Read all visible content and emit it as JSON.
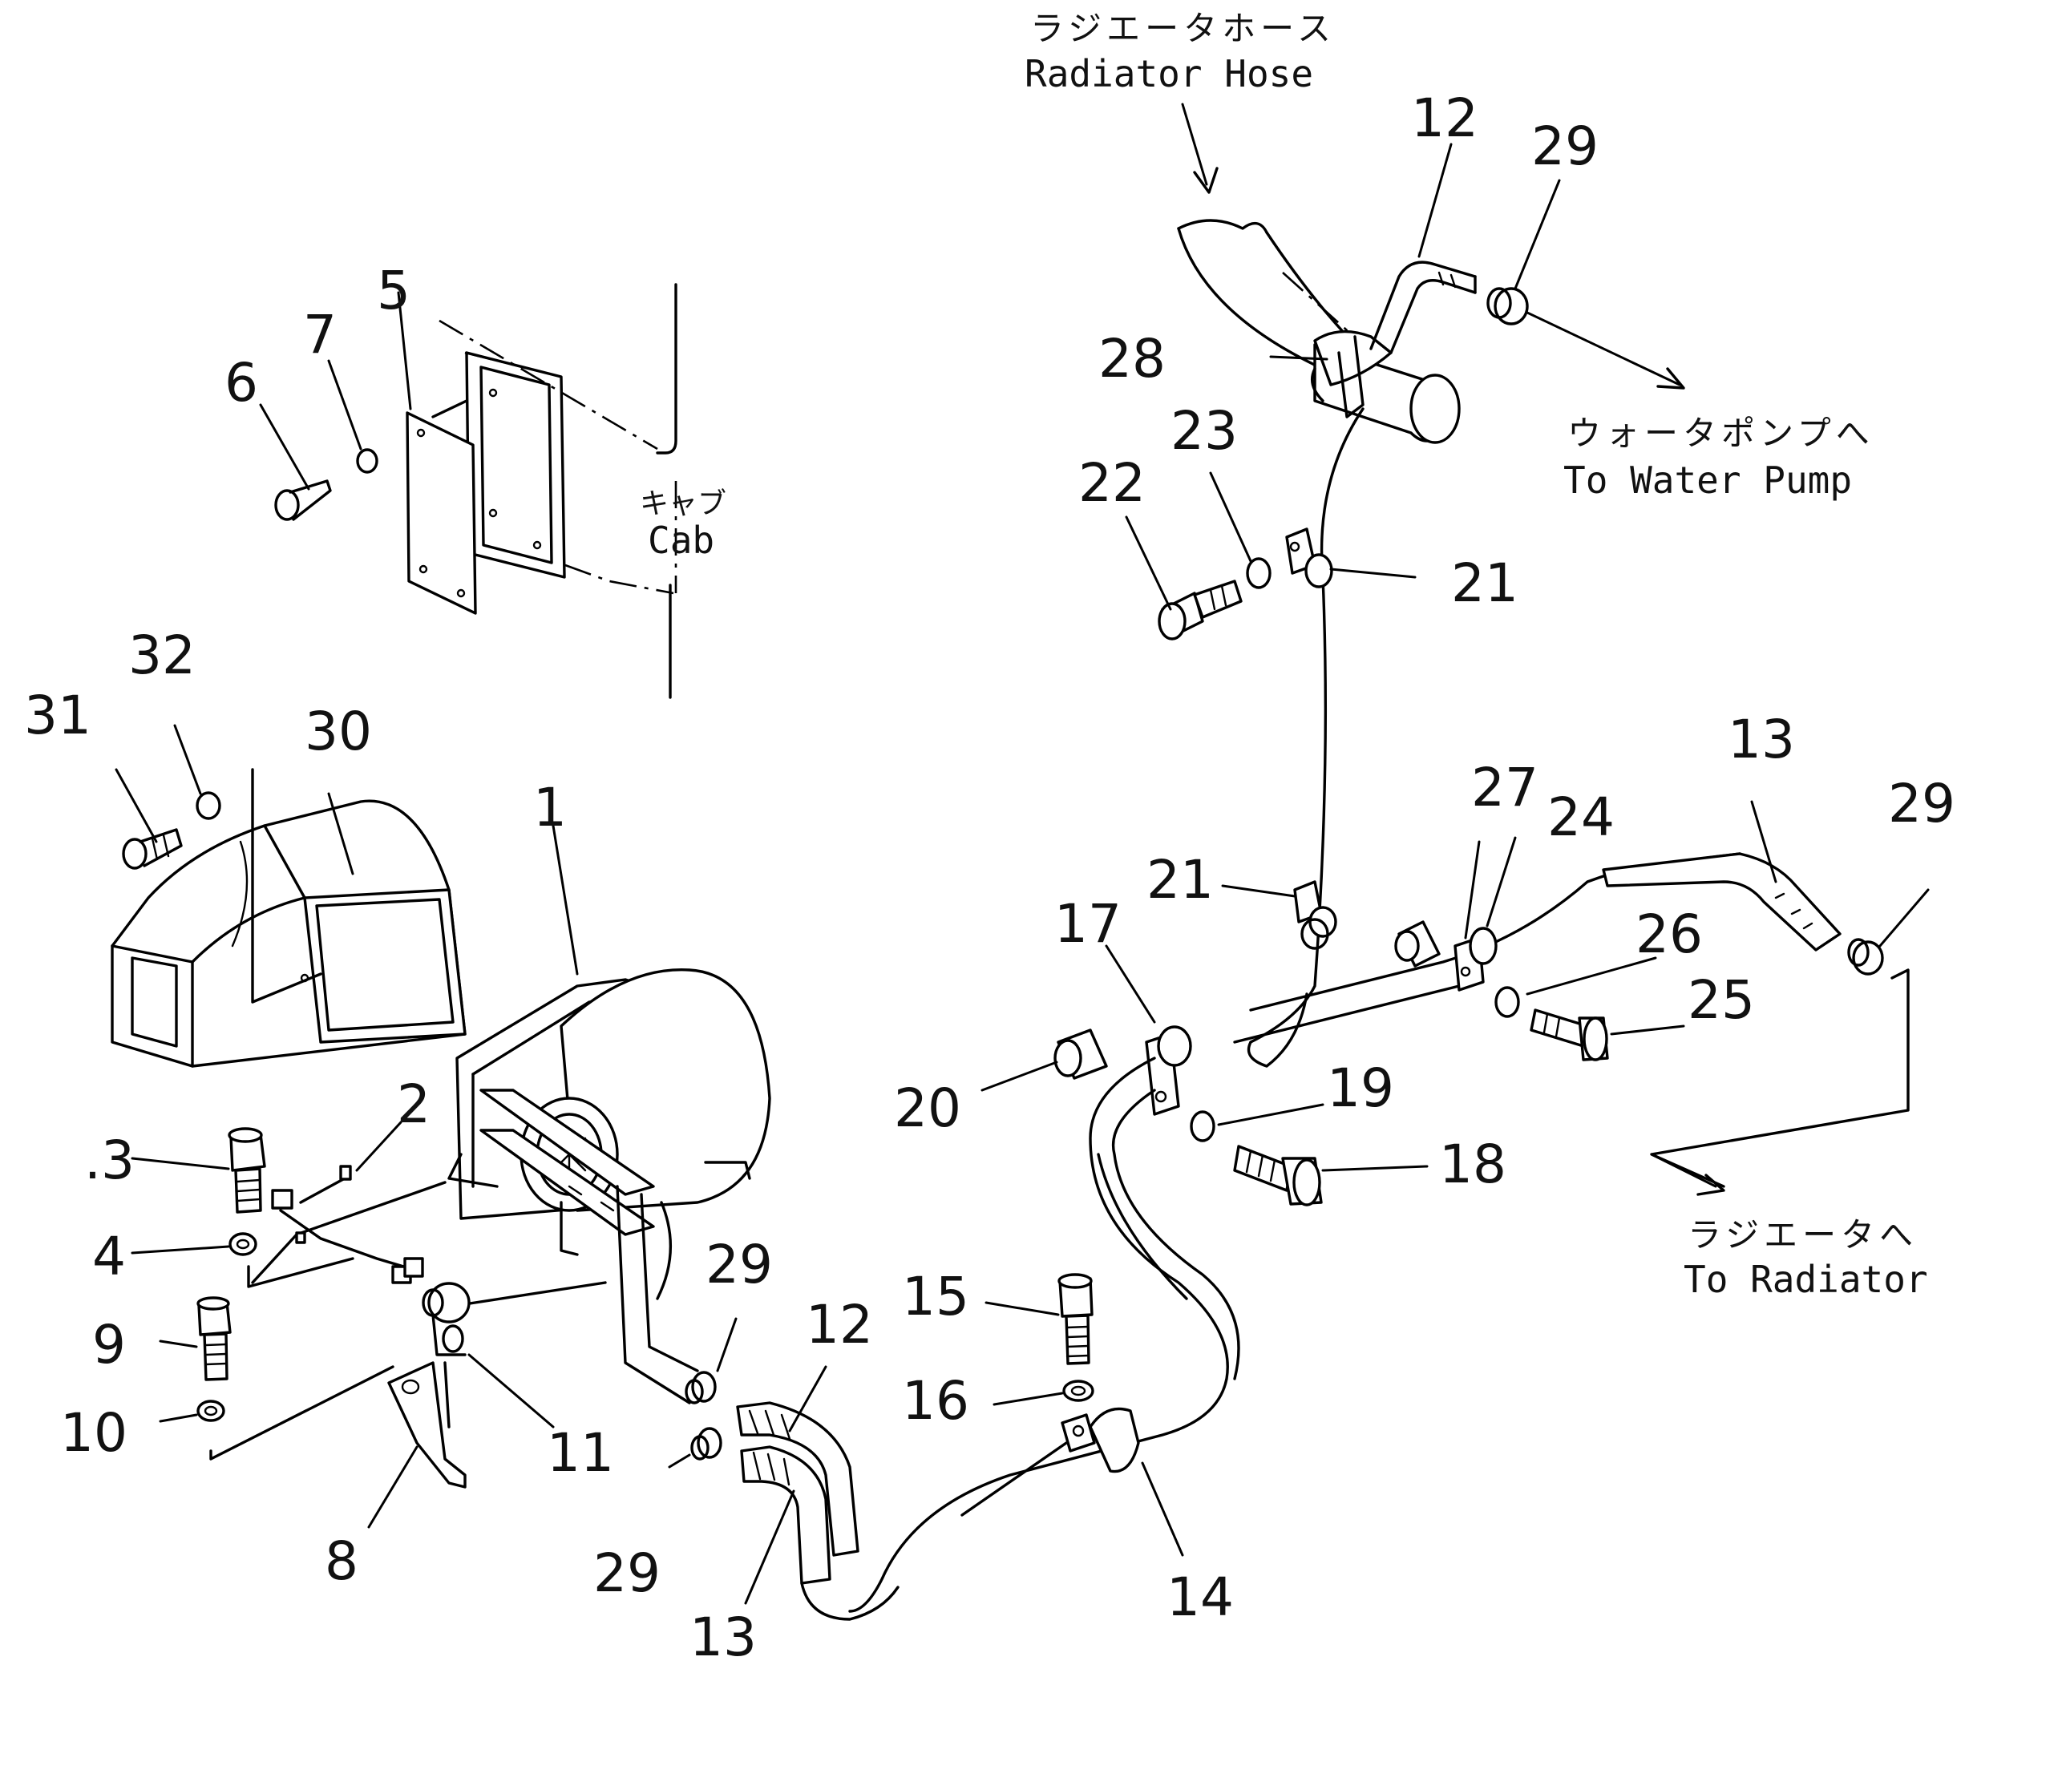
{
  "callouts": {
    "c1": "1",
    "c2": "2",
    "c3": ".3",
    "c4": "4",
    "c5": "5",
    "c6": "6",
    "c7": "7",
    "c8": "8",
    "c9": "9",
    "c10": "10",
    "c11": "11",
    "c12a": "12",
    "c12b": "12",
    "c13a": "13",
    "c13b": "13",
    "c14": "14",
    "c15": "15",
    "c16": "16",
    "c17": "17",
    "c18": "18",
    "c19": "19",
    "c20": "20",
    "c21a": "21",
    "c21b": "21",
    "c22": "22",
    "c23": "23",
    "c24": "24",
    "c25": "25",
    "c26": "26",
    "c27": "27",
    "c28": "28",
    "c29a": "29",
    "c29b": "29",
    "c29c": "29",
    "c29d": "29",
    "c30": "30",
    "c31": "31",
    "c32": "32"
  },
  "notes": {
    "radiator_hose_jp": "ラジエータホース",
    "radiator_hose_en": "Radiator Hose",
    "water_pump_jp": "ウォータポンプへ",
    "water_pump_en": "To Water Pump",
    "cab_jp": "キャブ",
    "cab_en": "Cab",
    "radiator_jp": "ラジエータへ",
    "radiator_en": "To Radiator"
  }
}
